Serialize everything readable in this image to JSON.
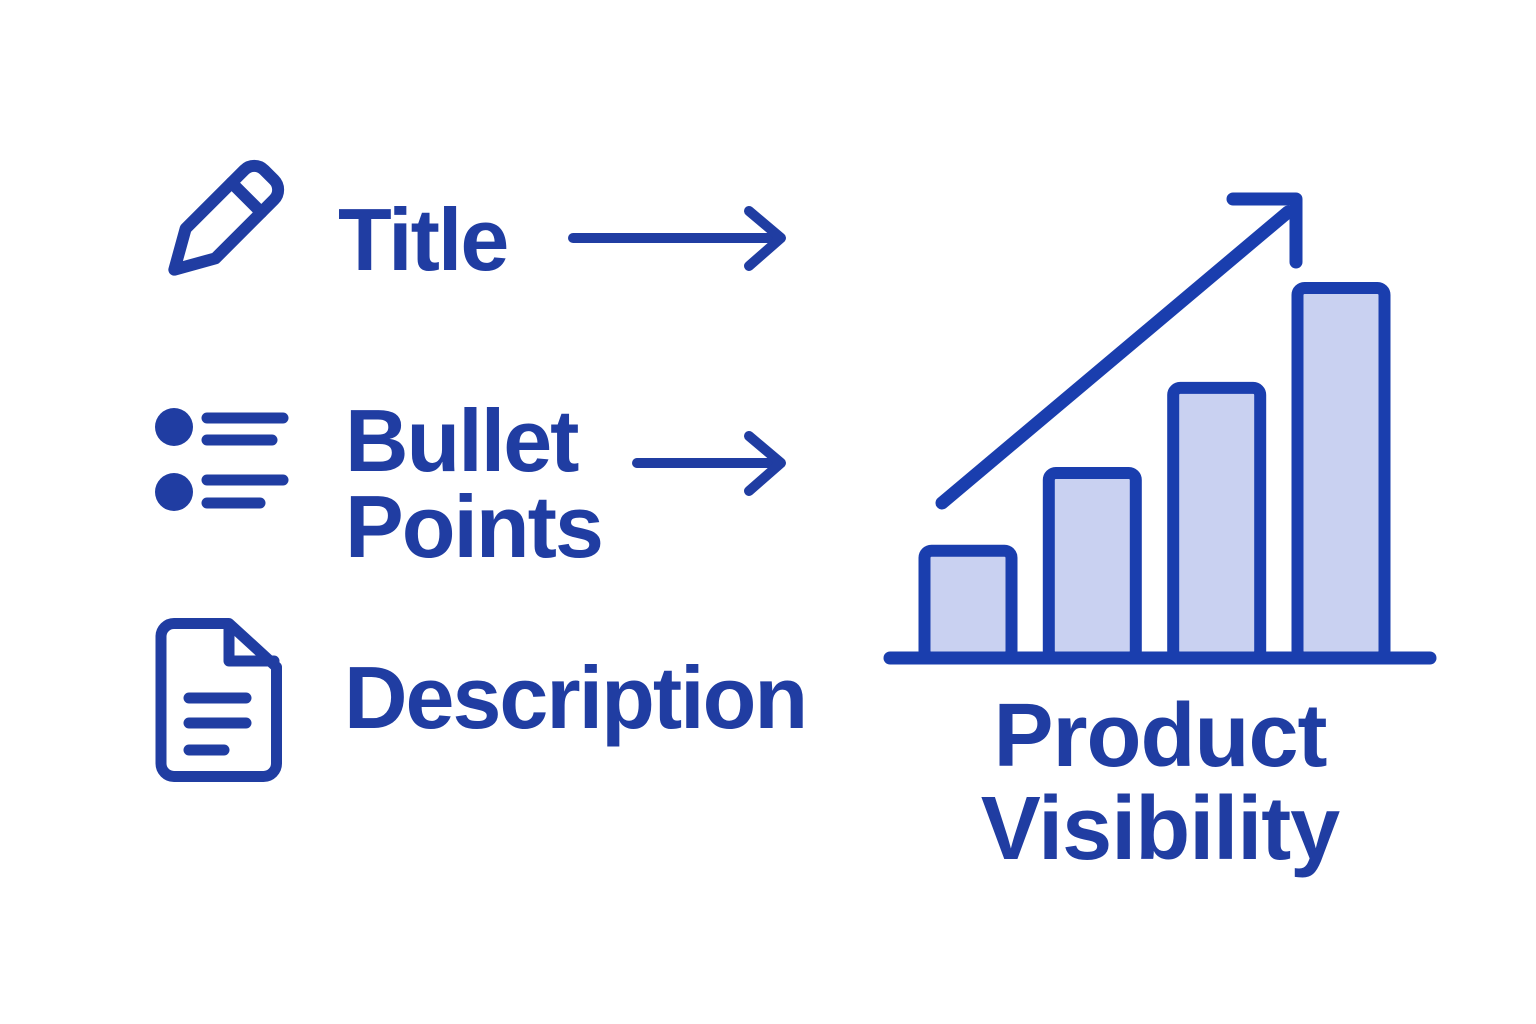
{
  "palette": {
    "ink": "#203da2",
    "chart_stroke": "#1a3eae",
    "bar_fill": "#c9d1f1"
  },
  "rows": {
    "title": {
      "icon": "pencil-icon",
      "label": "Title"
    },
    "bullets": {
      "icon": "bullet-list-icon",
      "label_line1": "Bullet",
      "label_line2": "Points"
    },
    "description": {
      "icon": "document-icon",
      "label": "Description"
    }
  },
  "arrows": {
    "title_arrow": "right-arrow",
    "bullets_arrow": "right-arrow",
    "growth_arrow": "up-right-trend-arrow"
  },
  "chart_data": {
    "type": "bar",
    "title": "Product Visibility",
    "caption_line1": "Product",
    "caption_line2": "Visibility",
    "values": [
      29,
      50,
      73,
      100
    ],
    "values_unit": "percent-of-tallest-bar",
    "bar_count": 4,
    "trend": "increasing",
    "axis_labels": "none",
    "gridlines": "off",
    "legend": "none"
  }
}
